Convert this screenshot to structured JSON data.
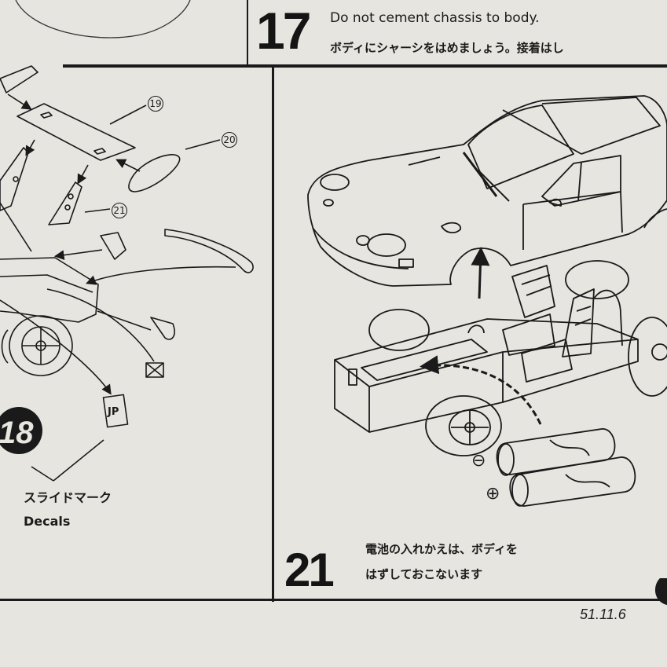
{
  "step17": {
    "number": "17",
    "text_en": "Do not cement chassis to body.",
    "text_jp": "ボディにシャーシをはめましょう。接着はし"
  },
  "step18": {
    "number": "18"
  },
  "step21": {
    "number": "21",
    "text_jp_line1": "電池の入れかえは、ボディを",
    "text_jp_line2": "はずしておこないます"
  },
  "part_callouts": [
    "19",
    "20",
    "21"
  ],
  "decals": {
    "label_jp": "スライドマーク",
    "label_en": "Decals"
  },
  "battery_polarity": {
    "minus": "⊖",
    "plus": "⊕"
  },
  "footer_date": "51.11.6"
}
